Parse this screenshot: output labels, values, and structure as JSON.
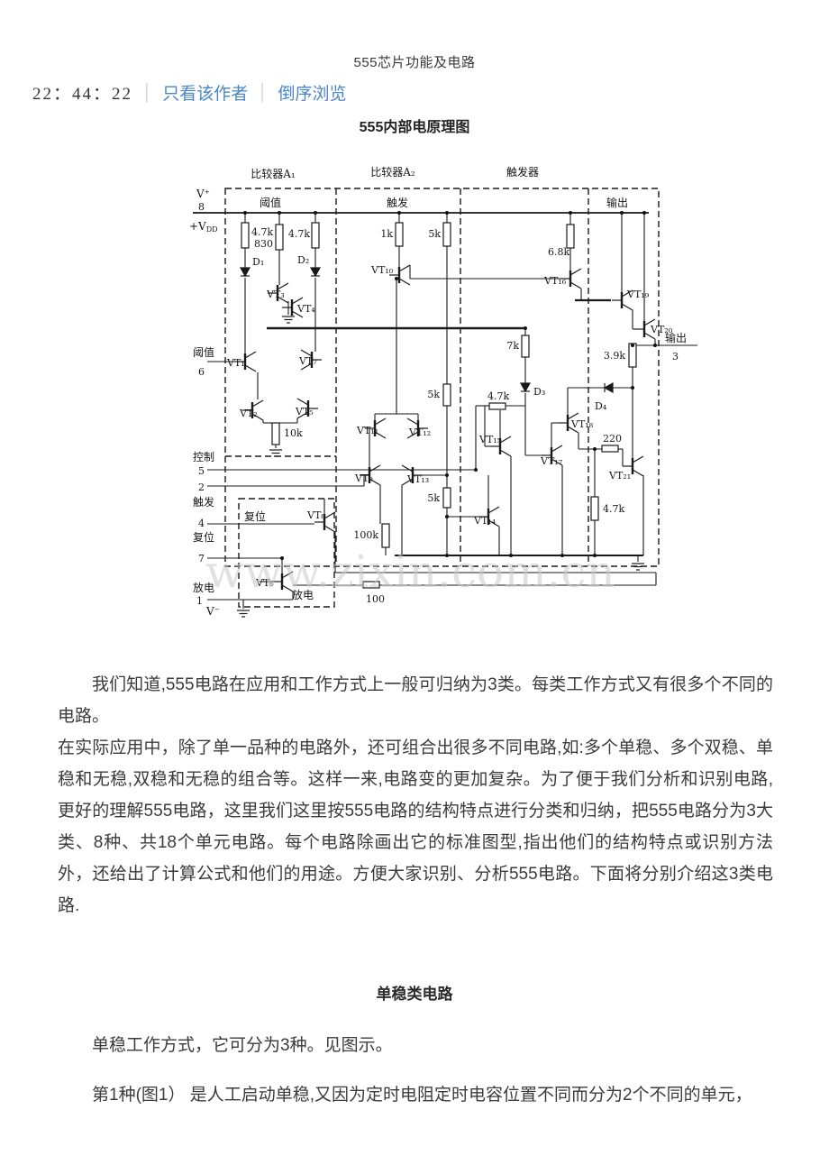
{
  "header": {
    "title": "555芯片功能及电路",
    "time": "22：44：22",
    "separator": "│",
    "link_view_author": "只看该作者",
    "link_reverse": "倒序浏览"
  },
  "figure_title": "555内部电原理图",
  "watermark": "www.zixin.com.cn",
  "colors": {
    "link_blue": "#4a86c8",
    "body_text": "#3b3b3b",
    "separator": "#c3d3e6"
  },
  "circuit": {
    "sections": {
      "a1": "比较器A₁",
      "a2": "比较器A₂",
      "ff": "触发器"
    },
    "inner": {
      "threshold": "阈值",
      "trigger": "触发",
      "output": "输出",
      "reset": "复位",
      "discharge": "放电"
    },
    "pins": {
      "vplus": "V⁺",
      "p8": "8",
      "vdd": "+V",
      "vdd_sub": "DD",
      "threshold": "阈值",
      "p6": "6",
      "control": "控制",
      "p5": "5",
      "p2": "2",
      "trigger": "触发",
      "p4": "4",
      "reset": "复位",
      "p7": "7",
      "discharge": "放电",
      "p1": "1",
      "vminus": "V⁻",
      "output": "输出",
      "p3": "3"
    },
    "resistors": {
      "r_a1_left": "4.7k",
      "r_a1_mid": "830",
      "r_a1_right": "4.7k",
      "r_a2_1k": "1k",
      "r_a2_5k_top": "5k",
      "r_ff_68k": "6.8k",
      "r_a1_10k": "10k",
      "r_a2_5k_mid": "5k",
      "r_a2_5k_low": "5k",
      "r_a2_100k": "100k",
      "r_ff_7k": "7k",
      "r_mid_47k": "4.7k",
      "r_out_39k": "3.9k",
      "r_out_220": "220",
      "r_out_47k": "4.7k",
      "r_dis_100": "100"
    },
    "diodes": {
      "d1": "D₁",
      "d2": "D₂",
      "d3": "D₃",
      "d4": "D₄"
    },
    "transistors": {
      "vt1": "VT₁",
      "vt2": "VT₂",
      "vt3": "VT₃",
      "vt4": "VT₄",
      "vt5": "VT₅",
      "vt6": "VT₆",
      "vt7": "VT₇",
      "vt8": "VT₈",
      "vt9": "VT₉",
      "vt10": "VT₁₀",
      "vt11": "VT₁₁",
      "vt12": "VT₁₂",
      "vt13": "VT₁₃",
      "vt14": "VT₁₄",
      "vt15": "VT₁₅",
      "vt16": "VT₁₆",
      "vt17": "VT₁₇",
      "vt18": "VT₁₈",
      "vt19": "VT₁₉",
      "vt20": "VT₂₀",
      "vt21": "VT₂₁"
    }
  },
  "content": {
    "p1": "我们知道,555电路在应用和工作方式上一般可归纳为3类。每类工作方式又有很多个不同的电路。",
    "p2": "在实际应用中，除了单一品种的电路外，还可组合出很多不同电路,如:多个单稳、多个双稳、单稳和无稳,双稳和无稳的组合等。这样一来,电路变的更加复杂。为了便于我们分析和识别电路,更好的理解555电路，这里我们这里按555电路的结构特点进行分类和归纳，把555电路分为3大类、8种、共18个单元电路。每个电路除画出它的标准图型,指出他们的结构特点或识别方法外，还给出了计算公式和他们的用途。方便大家识别、分析555电路。下面将分别介绍这3类电路.",
    "heading": "单稳类电路",
    "p3": "单稳工作方式，它可分为3种。见图示。",
    "p4": "第1种(图1） 是人工启动单稳,又因为定时电阻定时电容位置不同而分为2个不同的单元，"
  }
}
